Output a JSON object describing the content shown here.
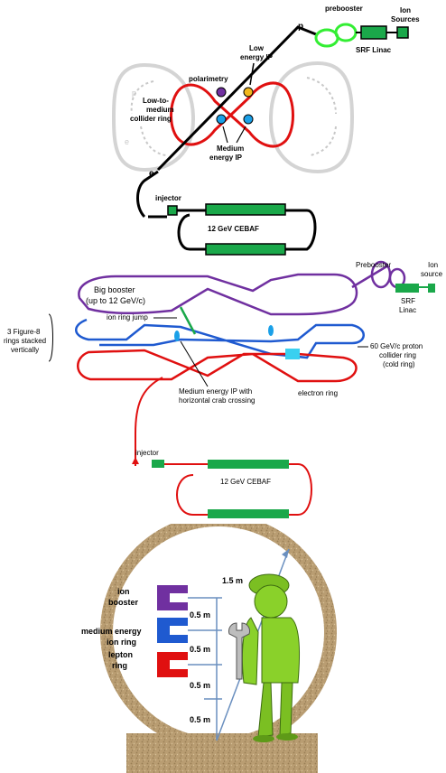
{
  "top": {
    "prebooster": "prebooster",
    "ion_sources_1": "Ion",
    "ion_sources_2": "Sources",
    "srf_linac": "SRF Linac",
    "p": "p",
    "low_ip_1": "Low",
    "low_ip_2": "energy IP",
    "polarimetry": "polarimetry",
    "ring_1": "Low-to-",
    "ring_2": "medium",
    "ring_3": "collider ring",
    "medium_ip_1": "Medium",
    "medium_ip_2": "energy IP",
    "e": "e",
    "injector": "injector",
    "cebaf": "12 GeV CEBAF",
    "ghost_p": "p",
    "ghost_e": "e"
  },
  "middle": {
    "prebooster": "Prebooster",
    "ion_source_1": "Ion",
    "ion_source_2": "source",
    "srf_1": "SRF",
    "srf_2": "Linac",
    "big_booster_1": "Big booster",
    "big_booster_2": "(up to 12 GeV/c)",
    "stacked_1": "3 Figure-8",
    "stacked_2": "rings stacked",
    "stacked_3": "vertically",
    "ion_ring_jump": "ion ring jump",
    "proton_1": "60 GeV/c proton",
    "proton_2": "collider ring",
    "proton_3": "(cold ring)",
    "mip_1": "Medium energy IP with",
    "mip_2": "horizontal crab crossing",
    "electron_ring": "electron ring",
    "injector": "injector",
    "cebaf": "12 GeV CEBAF"
  },
  "bottom": {
    "dim_15": "1.5 m",
    "ion_booster_1": "ion",
    "ion_booster_2": "booster",
    "med_ion_1": "medium energy",
    "med_ion_2": "ion ring",
    "lepton_1": "lepton",
    "lepton_2": "ring",
    "dim_05_a": "0.5 m",
    "dim_05_b": "0.5 m",
    "dim_05_c": "0.5 m",
    "dim_05_d": "0.5 m"
  },
  "colors": {
    "ion_booster": "#7030a0",
    "ion_ring": "#1f5ad0",
    "lepton_ring": "#e01010",
    "linac_green": "#1aa84a",
    "tunnel": "#b99d72",
    "figure_green": "#8ad12a"
  }
}
